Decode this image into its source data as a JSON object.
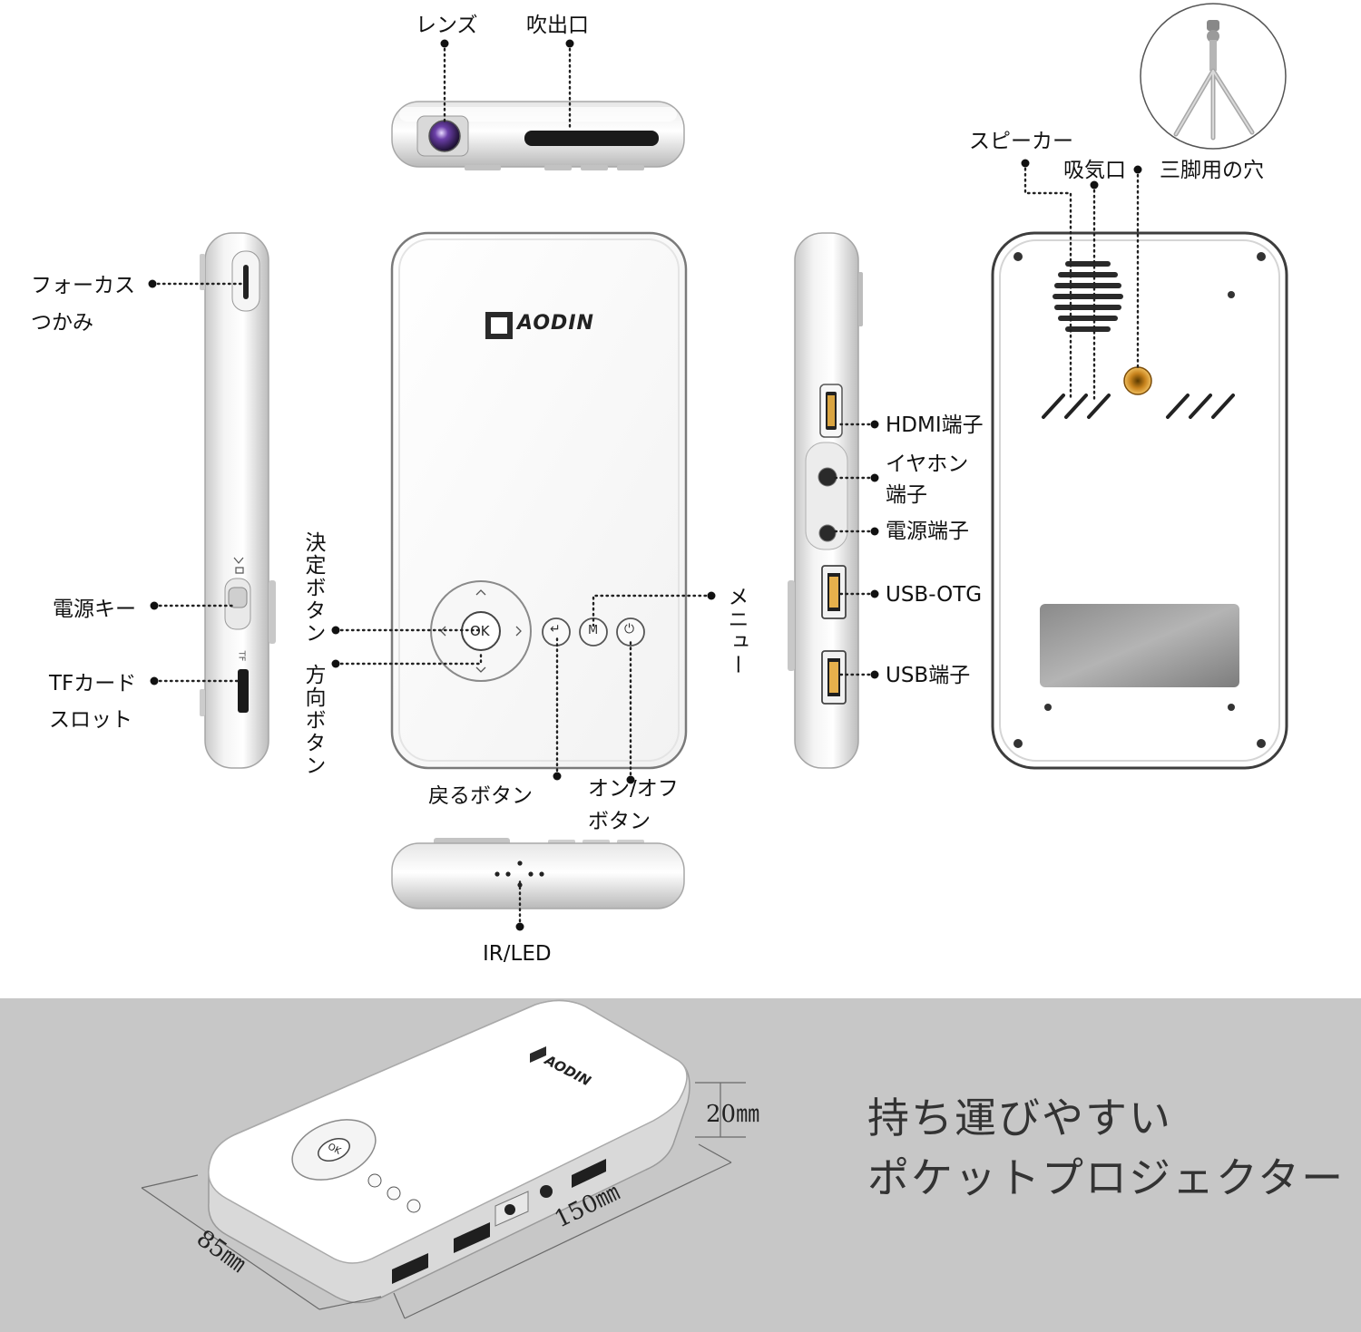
{
  "brand": {
    "logo_text": "AODIN"
  },
  "top_view": {
    "lens": "レンズ",
    "exhaust": "吹出口"
  },
  "left_side": {
    "focus_line1": "フォーカス",
    "focus_line2": "つかみ",
    "power_key": "電源キー",
    "tf_line1": "TFカード",
    "tf_line2": "スロット",
    "tf_mark": "TF"
  },
  "front": {
    "ok_button_glyph": "OK",
    "menu_button_glyph": "M",
    "back_button_glyph": "↵",
    "power_button_glyph": "⏻",
    "enter_button": "決定ボタン",
    "direction_button": "方向ボタン",
    "menu": "メニュー",
    "back_button": "戻るボタン",
    "onoff_line1": "オン/オフ",
    "onoff_line2": "ボタン"
  },
  "right_side": {
    "hdmi": "HDMI端子",
    "earphone_line1": "イヤホン",
    "earphone_line2": "端子",
    "power_port": "電源端子",
    "usb_otg": "USB-OTG",
    "usb": "USB端子"
  },
  "back_view": {
    "speaker": "スピーカー",
    "intake": "吸気口",
    "tripod_hole": "三脚用の穴"
  },
  "bottom_view": {
    "ir_led": "IR/LED"
  },
  "dimensions": {
    "height": "20㎜",
    "length": "150㎜",
    "width": "85㎜"
  },
  "tagline": {
    "line1": "持ち運びやすい",
    "line2": "ポケットプロジェクター"
  },
  "colors": {
    "band_background": "#c7c7c7",
    "accent_orange": "#d88a1e"
  },
  "icons": [
    "tripod-icon",
    "dpad-icon",
    "power-icon",
    "back-icon",
    "menu-icon"
  ]
}
